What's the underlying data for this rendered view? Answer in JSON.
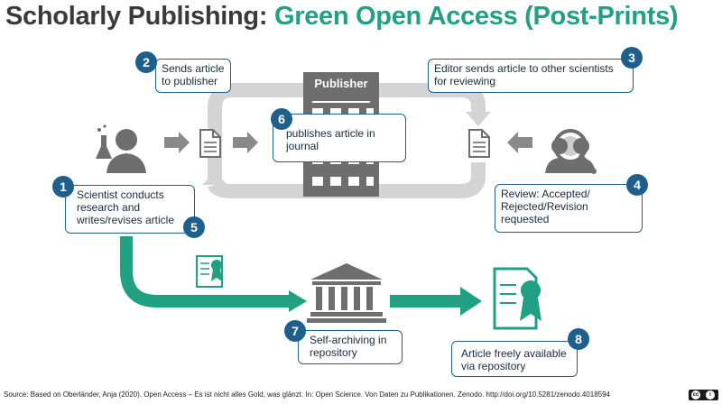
{
  "title": {
    "part1": "Scholarly Publishing:",
    "part2": "Green Open Access (Post-Prints)"
  },
  "publisher_label": "Publisher",
  "steps": [
    {
      "num": "1",
      "text": "Scientist conducts research and writes/revises article"
    },
    {
      "num": "2",
      "text": "Sends article to publisher"
    },
    {
      "num": "3",
      "text": "Editor sends article to other scientists for reviewing"
    },
    {
      "num": "4",
      "text": "Review: Accepted/ Rejected/Revision requested"
    },
    {
      "num": "5"
    },
    {
      "num": "6",
      "text": "publishes article in journal"
    },
    {
      "num": "7",
      "text": "Self-archiving in repository"
    },
    {
      "num": "8",
      "text": "Article freely available via repository"
    }
  ],
  "source": "Source: Based on Oberländer, Anja (2020). Open Access – Es ist nicht alles Gold, was glänzt. In: Open Science. Von Daten zu Publikationen. Zenodo. http://doi.org/10.5281/zenodo.4018594",
  "colors": {
    "accent_green": "#21a084",
    "badge_blue": "#1f5f8b",
    "icon_gray": "#6e6e6e",
    "loop_gray": "#d4d4d4"
  },
  "icons": [
    "scientist-icon",
    "document-icon",
    "publisher-building-icon",
    "reviewer-icon",
    "certificate-icon",
    "repository-icon",
    "cc-by-icon"
  ]
}
